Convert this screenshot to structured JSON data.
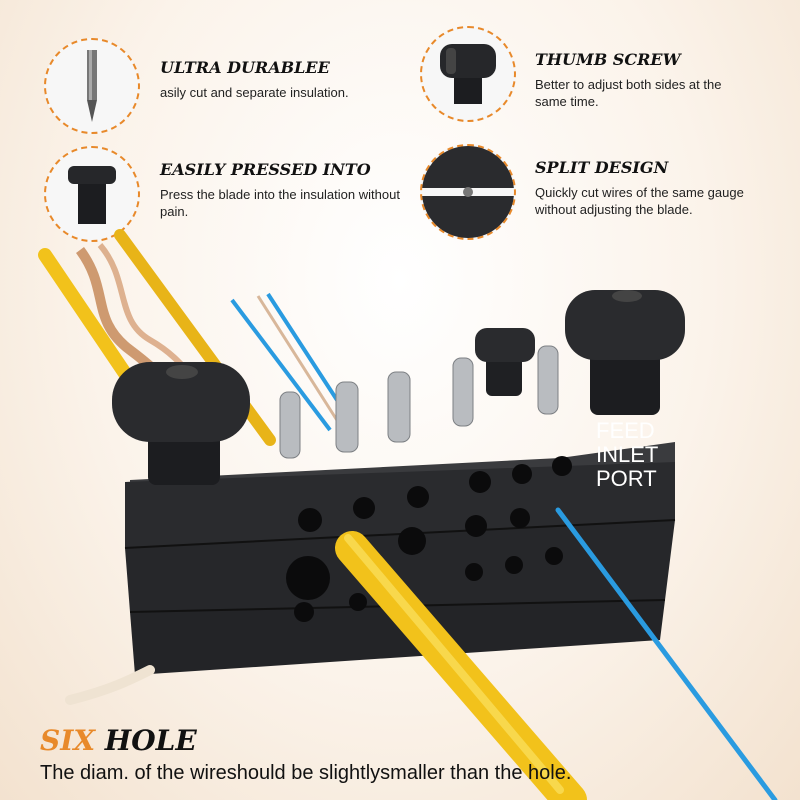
{
  "features": [
    {
      "title": "ULTRA DURABLEE",
      "desc": "asily cut and separate insulation.",
      "icon": "blade-icon"
    },
    {
      "title": "THUMB SCREW",
      "desc": "Better to adjust both sides at the same time.",
      "icon": "thumb-screw-icon"
    },
    {
      "title": "EASILY PRESSED INTO",
      "desc": "Press the blade into the insulation without pain.",
      "icon": "pressed-blade-holder-icon"
    },
    {
      "title": "SPLIT DESIGN",
      "desc": "Quickly cut wires of the same gauge without adjusting the blade.",
      "icon": "split-design-icon"
    }
  ],
  "product": {
    "label_line1": "FEED",
    "label_line2": "INLET",
    "label_line3": "PORT"
  },
  "footer": {
    "title_word1": "SIX",
    "title_word2": "HOLE",
    "subtitle": "The diam. of the wireshould be slightlysmaller than the hole."
  },
  "colors": {
    "accent": "#e8892a",
    "block": "#2a2b2e",
    "yellow_wire": "#f2c21b",
    "blue_wire": "#2a9be0"
  }
}
